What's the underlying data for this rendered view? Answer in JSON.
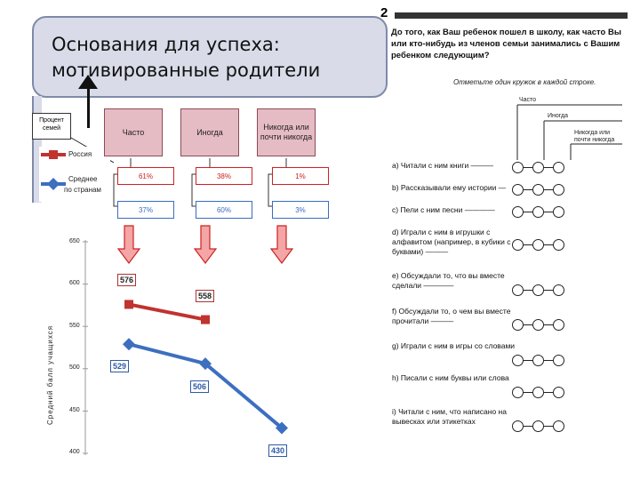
{
  "slide": {
    "title_line1": "Основания для успеха:",
    "title_line2": "мотивированные родители"
  },
  "callout": {
    "line1": "Процент",
    "line2": "семей"
  },
  "legend": {
    "russia": "Россия",
    "average_line1": "Среднее",
    "average_line2": "по странам"
  },
  "colors": {
    "russia": "#c0332f",
    "average": "#3d6fc0",
    "category_fill": "#e6bcc4"
  },
  "categories": [
    {
      "label": "Часто",
      "russia_pct": "61%",
      "avg_pct": "37%"
    },
    {
      "label": "Иногда",
      "russia_pct": "38%",
      "avg_pct": "60%"
    },
    {
      "label": "Никогда или почти никогда",
      "russia_pct": "1%",
      "avg_pct": "3%"
    }
  ],
  "chart_data": {
    "type": "line",
    "ylabel": "Средний балл учащихся",
    "ylim": [
      400,
      650
    ],
    "yticks": [
      650,
      600,
      550,
      500,
      450,
      400
    ],
    "categories": [
      "Часто",
      "Иногда",
      "Никогда или почти никогда"
    ],
    "series": [
      {
        "name": "Россия",
        "values": [
          576,
          558,
          null
        ],
        "color": "#c0332f"
      },
      {
        "name": "Среднее по странам",
        "values": [
          529,
          506,
          430
        ],
        "color": "#3d6fc0"
      }
    ]
  },
  "questionnaire": {
    "number": "2",
    "question": "До того, как Ваш ребенок пошел в школу, как часто Вы или кто-нибудь из членов семьи занимались с Вашим ребенком следующим?",
    "instruction": "Отметьте один кружок в каждой строке.",
    "col_often": "Часто",
    "col_sometimes": "Иногда",
    "col_never": "Никогда или почти никогда",
    "items": [
      "a) Читали с ним книги ———",
      "b) Рассказывали ему истории —",
      "c) Пели с ним песни ————",
      "d) Играли с ним в игрушки с алфавитом (например, в кубики с буквами) ———",
      "e) Обсуждали то, что вы вместе сделали ————",
      "f) Обсуждали то, о чем вы вместе прочитали ———",
      "g) Играли с ним в игры со словами",
      "h) Писали с ним буквы или слова",
      "i) Читали с ним, что написано на вывесках или этикетках"
    ]
  }
}
